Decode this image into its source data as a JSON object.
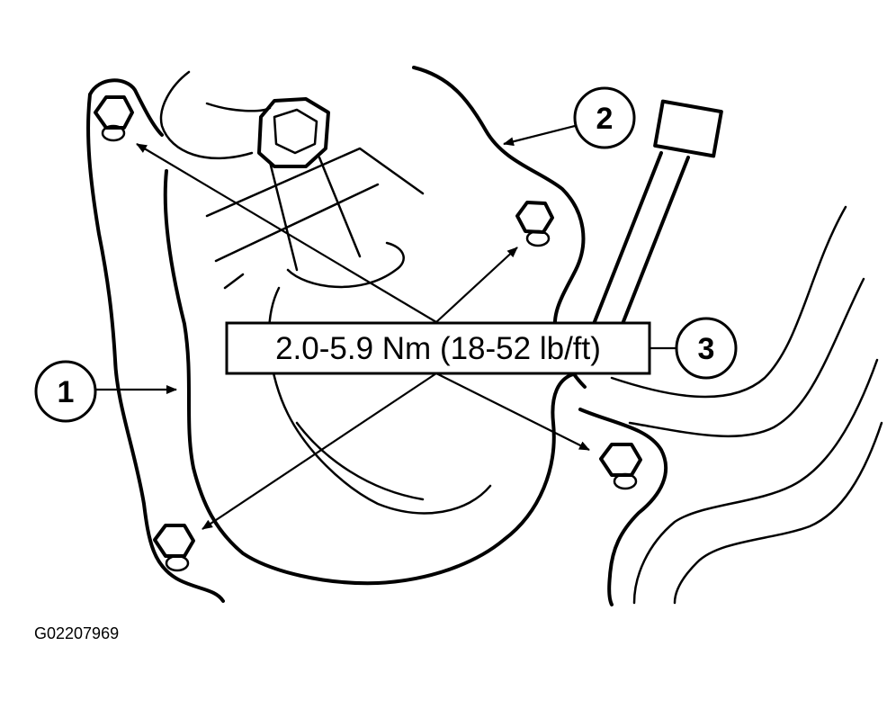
{
  "callouts": {
    "one": "1",
    "two": "2",
    "three": "3"
  },
  "torque_label": "2.0-5.9 Nm (18-52 lb/ft)",
  "figure_id": "G02207969",
  "colors": {
    "ink": "#000000",
    "paper": "#ffffff"
  }
}
